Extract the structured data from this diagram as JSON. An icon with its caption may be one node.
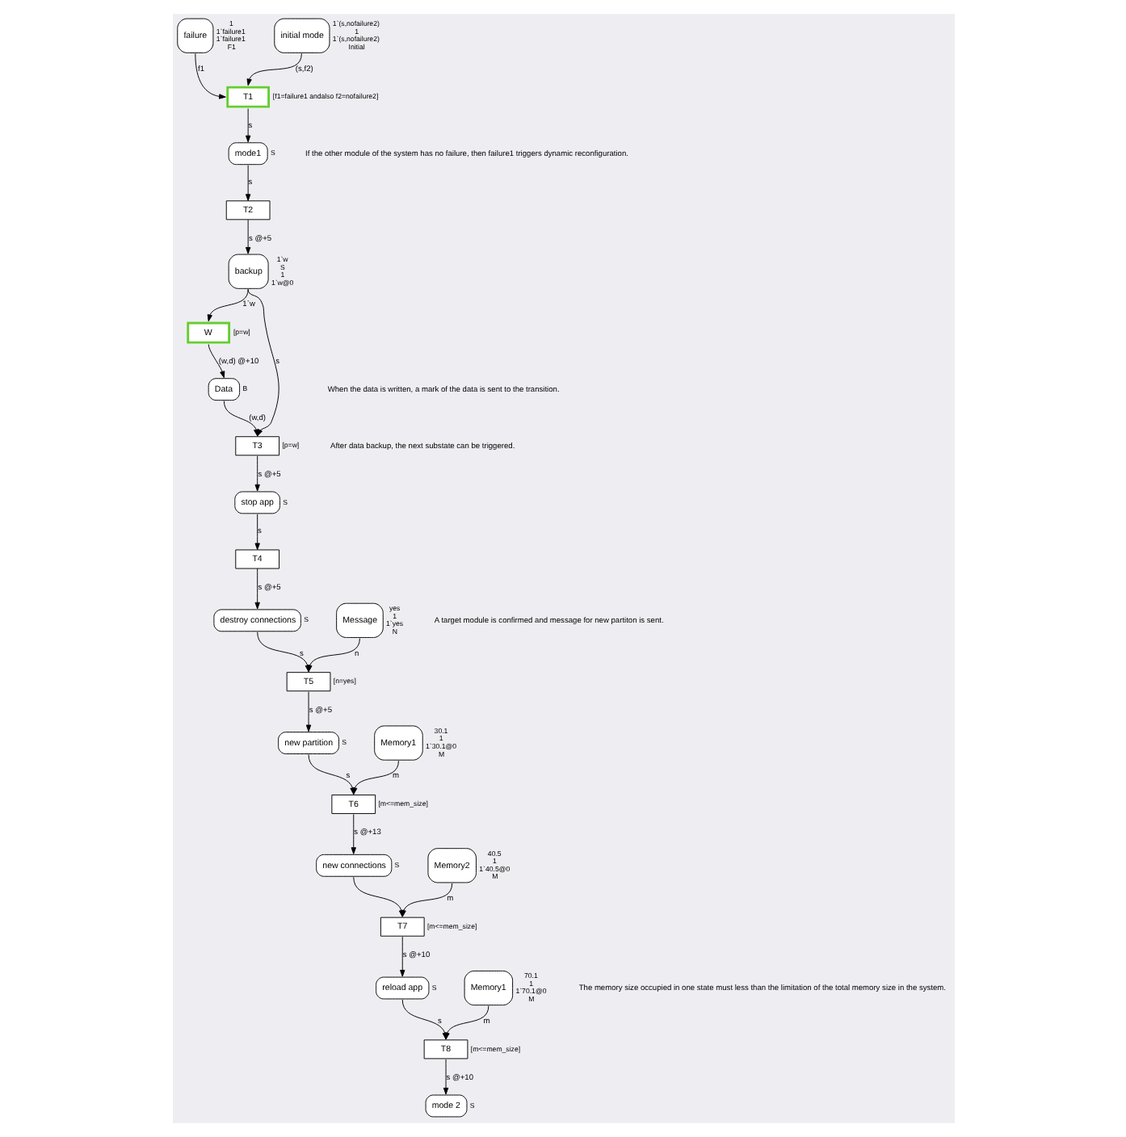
{
  "diagram": {
    "nodes": [
      {
        "text": [
          "failure"
        ],
        "beside": [
          "1",
          "1`failure1",
          "1`failure1",
          "F1"
        ]
      },
      {
        "text": [
          "initial mode"
        ],
        "beside": [
          "1`(s,nofailure2)",
          "1",
          "1`(s,nofailure2)",
          "Initial"
        ]
      },
      {
        "text": [
          "T1"
        ],
        "beside": [
          "[f1=failure1 andalso f2=nofailure2]"
        ]
      },
      {
        "text": [
          "mode1"
        ],
        "beside": [
          "S"
        ]
      },
      {
        "text": [
          "T2"
        ]
      },
      {
        "text": [
          "backup"
        ],
        "beside": [
          "1`w",
          "S",
          "1",
          "1`w@0"
        ]
      },
      {
        "text": [
          "W"
        ],
        "beside": [
          "[p=w]"
        ]
      },
      {
        "text": [
          "T3"
        ],
        "beside": [
          "[p=w]"
        ]
      },
      {
        "text": [
          "Data"
        ],
        "beside": [
          "B"
        ]
      },
      {
        "text": [
          "stop app"
        ],
        "beside": [
          "S"
        ]
      },
      {
        "text": [
          "T4"
        ]
      },
      {
        "text": [
          "Message"
        ],
        "beside": [
          "yes",
          "1",
          "1`yes",
          "N"
        ]
      },
      {
        "text": [
          "destroy connections"
        ],
        "beside": [
          "S"
        ]
      },
      {
        "text": [
          "T5"
        ],
        "beside": [
          "[n=yes]"
        ]
      },
      {
        "text": [
          "new partition"
        ],
        "beside": [
          "S"
        ]
      },
      {
        "text": [
          "T6"
        ],
        "beside": [
          "[m<=mem_size]"
        ]
      },
      {
        "text": [
          "new connections"
        ],
        "beside": [
          "S"
        ]
      },
      {
        "text": [
          "Memory1"
        ],
        "beside": [
          "30.1",
          "1",
          "1`30.1@0",
          "M"
        ]
      },
      {
        "text": [
          "T7"
        ],
        "beside": [
          "[m<=mem_size]"
        ]
      },
      {
        "text": [
          "Memory2"
        ],
        "beside": [
          "40.5",
          "1",
          "1`40.5@0",
          "M"
        ]
      },
      {
        "text": [
          "reload app"
        ],
        "beside": [
          "S"
        ]
      },
      {
        "text": [
          "T8"
        ],
        "beside": [
          "[m<=mem_size]"
        ]
      },
      {
        "text": [
          "Memory1"
        ],
        "beside": [
          "70.1",
          "1",
          "1`70.1@0",
          "M"
        ]
      },
      {
        "text": [
          "mode 2"
        ],
        "beside": [
          "S"
        ]
      }
    ],
    "edges": [
      {
        "from": 0,
        "to": 2,
        "arrow": "to",
        "label": "f1"
      },
      {
        "from": 1,
        "to": 2,
        "arrow": "to",
        "label": "(s,f2)"
      },
      {
        "from": 2,
        "to": 3,
        "arrow": "to",
        "label": "s"
      },
      {
        "from": 3,
        "to": 4,
        "arrow": "to",
        "label": "s"
      },
      {
        "from": 4,
        "to": 5,
        "arrow": "to",
        "label": "s @+5"
      },
      {
        "from": 5,
        "to": 6,
        "arrow": "to",
        "label": "1`w"
      },
      {
        "from": 5,
        "to": 7,
        "arrow": "to",
        "label": "s"
      },
      {
        "from": 6,
        "to": 8,
        "arrow": "to",
        "label": "(w,d) @+10"
      },
      {
        "from": 8,
        "to": 7,
        "arrow": "to",
        "label": "(w,d)"
      },
      {
        "from": 7,
        "to": 9,
        "arrow": "to",
        "label": "s @+5"
      },
      {
        "from": 9,
        "to": 10,
        "arrow": "to",
        "label": "s"
      },
      {
        "from": 10,
        "to": 12,
        "arrow": "to",
        "label": "s @+5"
      },
      {
        "from": 12,
        "to": 13,
        "arrow": "to",
        "label": "s"
      },
      {
        "from": 11,
        "to": 13,
        "arrow": "to",
        "label": "n"
      },
      {
        "from": 13,
        "to": 14,
        "arrow": "to",
        "label": "s @+5"
      },
      {
        "from": 14,
        "to": 15,
        "arrow": "to",
        "label": "s"
      },
      {
        "from": 15,
        "to": 16,
        "arrow": "to",
        "label": "s @+13"
      },
      {
        "from": 17,
        "to": 15,
        "arrow": "to",
        "label": "m"
      },
      {
        "from": 16,
        "to": 18,
        "arrow": "to"
      },
      {
        "from": 19,
        "to": 18,
        "arrow": "to",
        "label": "m"
      },
      {
        "from": 18,
        "to": 20,
        "arrow": "to",
        "label": "s @+10"
      },
      {
        "from": 20,
        "to": 21,
        "arrow": "to",
        "label": "s"
      },
      {
        "from": 22,
        "to": 21,
        "arrow": "to",
        "label": "m"
      },
      {
        "from": 21,
        "to": 23,
        "arrow": "to",
        "label": "s @+10"
      }
    ],
    "labels": [
      "If the other module of the system has no failure, then failure1 triggers dynamic reconfiguration.",
      "After data backup, the next substate can be triggered.",
      "When the data is written, a mark of the data is sent to the transition.",
      "A target module is confirmed and message for new partiton is sent.",
      "The memory size occupied in one state must less than the limitation of the total memory size in the system."
    ]
  }
}
